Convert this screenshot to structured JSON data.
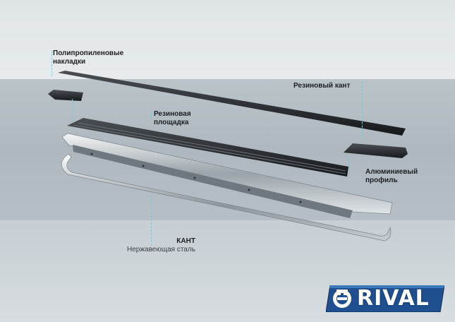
{
  "labels": {
    "polypropylene_line1": "Полипропиленовые",
    "polypropylene_line2": "накладки",
    "rubber_edge": "Резиновый кант",
    "rubber_pad_line1": "Резиновая",
    "rubber_pad_line2": "площадка",
    "aluminum_line1": "Алюминиевый",
    "aluminum_line2": "профиль",
    "kant": "КАНТ",
    "stainless": "Нержавеющая сталь"
  },
  "brand": {
    "name": "RIVAL",
    "color": "#1f4f8f",
    "accent": "#6ccfe0"
  },
  "icons": [
    "logo-emblem-icon"
  ]
}
